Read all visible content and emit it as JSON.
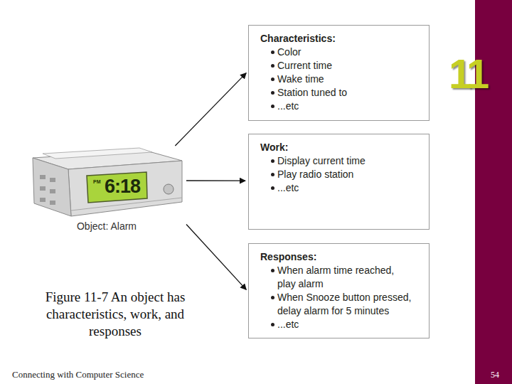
{
  "diagram": {
    "caption": "Figure 11-7 An object has characteristics, work, and responses",
    "nodes": [
      {
        "text": [
          "Object: Alarm"
        ]
      },
      {
        "text": [
          "Characteristics:",
          "Color",
          "Current time",
          "Wake time",
          "Station tuned to",
          "...etc"
        ]
      },
      {
        "text": [
          "Work:",
          "Display current time",
          "Play radio station",
          "...etc"
        ]
      },
      {
        "text": [
          "Responses:",
          "When alarm time reached, play alarm",
          "When Snooze button pressed, delay alarm for 5 minutes",
          "...etc"
        ]
      }
    ],
    "edges": [
      {
        "from": 0,
        "to": 1,
        "arrow": "to"
      },
      {
        "from": 0,
        "to": 2,
        "arrow": "to"
      },
      {
        "from": 0,
        "to": 3,
        "arrow": "to"
      }
    ],
    "labels": [
      "PM",
      "6:18",
      "11",
      "Connecting with Computer Science",
      "54"
    ]
  }
}
